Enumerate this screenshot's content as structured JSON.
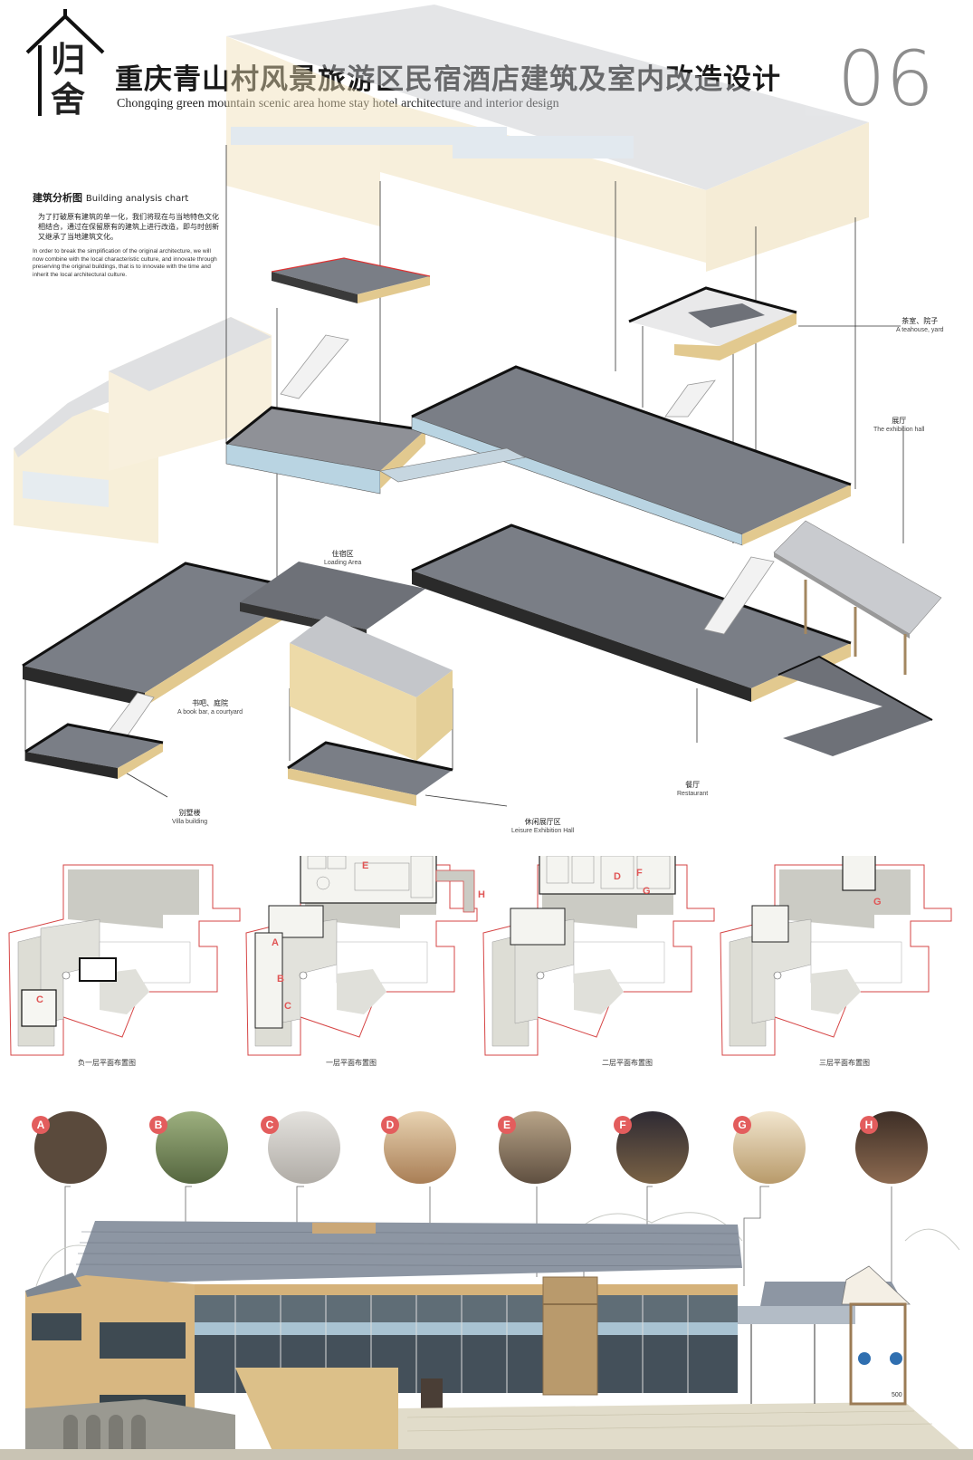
{
  "header": {
    "logo_text": "归舍",
    "title_cn": "重庆青山村风景旅游区民宿酒店建筑及室内改造设计",
    "title_en": "Chongqing green mountain scenic area home stay hotel architecture and interior design",
    "page_number": "06"
  },
  "analysis": {
    "heading_cn": "建筑分析图",
    "heading_en": "Building analysis chart",
    "body_cn": "为了打破原有建筑的单一化，我们将现在与当地特色文化相结合，通过在保留原有的建筑上进行改造，即与时创新又继承了当地建筑文化。",
    "body_en": "In order to break the simplification of the original architecture, we will now combine with the local characteristic culture, and innovate through preserving the original buildings, that is to innovate with the time and inherit the local architectural culture."
  },
  "zones": [
    {
      "cn": "茶室、院子",
      "en": "A teahouse, yard"
    },
    {
      "cn": "展厅",
      "en": "The exhibition hall"
    },
    {
      "cn": "住宿区",
      "en": "Loading Area"
    },
    {
      "cn": "书吧、庭院",
      "en": "A book bar, a courtyard"
    },
    {
      "cn": "餐厅",
      "en": "Restaurant"
    },
    {
      "cn": "别墅楼",
      "en": "Villa building"
    },
    {
      "cn": "休闲展厅区",
      "en": "Leisure Exhibition Hall"
    }
  ],
  "plans": [
    {
      "caption": "负一层平面布置图",
      "letters": [
        "C"
      ]
    },
    {
      "caption": "一层平面布置图",
      "letters": [
        "A",
        "B",
        "C",
        "E",
        "H"
      ]
    },
    {
      "caption": "二层平面布置图",
      "letters": [
        "D",
        "F",
        "G"
      ]
    },
    {
      "caption": "三层平面布置图",
      "letters": [
        "G"
      ]
    }
  ],
  "photos": [
    {
      "letter": "A",
      "color": "#5a4a3c"
    },
    {
      "letter": "B",
      "color": "#6b7d52"
    },
    {
      "letter": "C",
      "color": "#c9c5bf"
    },
    {
      "letter": "D",
      "color": "#c9a27a"
    },
    {
      "letter": "E",
      "color": "#8a7560"
    },
    {
      "letter": "F",
      "color": "#4a3f3a"
    },
    {
      "letter": "G",
      "color": "#d9c8a8"
    },
    {
      "letter": "H",
      "color": "#5e4636"
    }
  ],
  "elevation": {
    "scale_note": "500"
  },
  "colors": {
    "accent": "#e35d5d",
    "floor": "#6e7178",
    "wall_wood": "#e2c98f",
    "roof": "#8d96a3"
  }
}
